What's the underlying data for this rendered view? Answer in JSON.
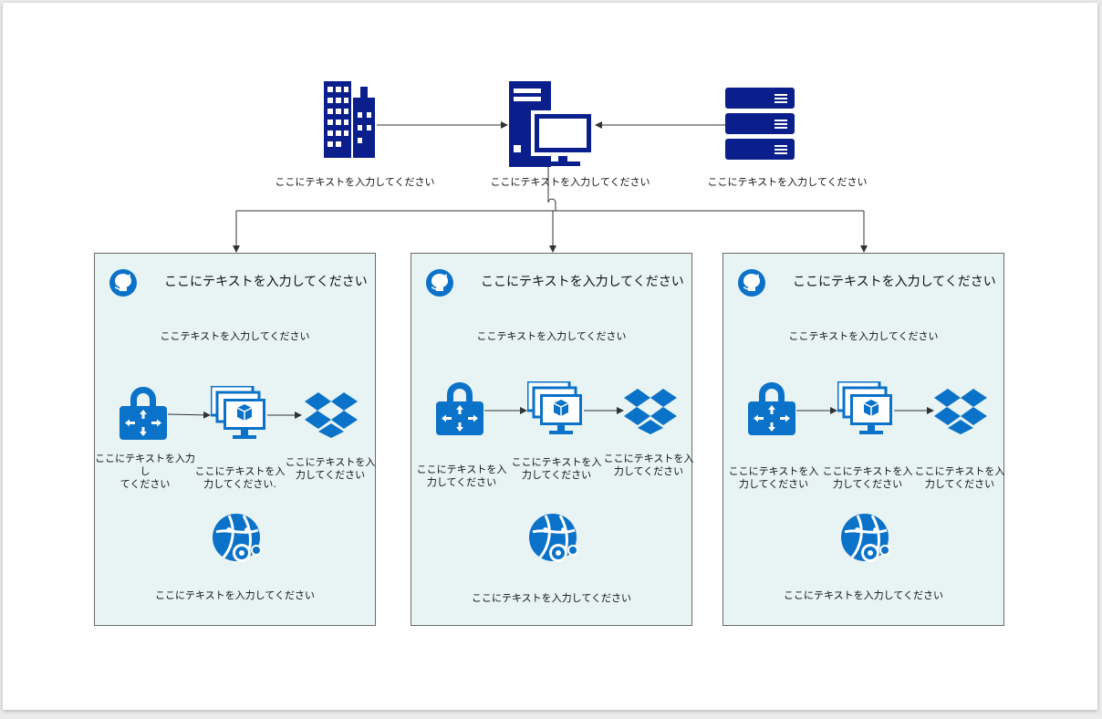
{
  "top_nodes": [
    {
      "id": "building",
      "label": "ここにテキストを入力してください"
    },
    {
      "id": "computer",
      "label": "ここにテキストを入力してください"
    },
    {
      "id": "server",
      "label": "ここにテキストを入力してください"
    }
  ],
  "panels": [
    {
      "title": "ここにテキストを入力してください",
      "subtitle": "ここテキストを入力してください",
      "lock_label": "ここにテキストを入力し\nてください",
      "vm_label": "ここにテキストを入\n力してください.",
      "dropbox_label": "ここにテキストを入\n力してください",
      "bottom_label": "ここにテキストを入力してください"
    },
    {
      "title": "ここにテキストを入力してください",
      "subtitle": "ここテキストを入力してください",
      "lock_label": "ここにテキストを入\n力してください",
      "vm_label": "ここにテキストを入\n力してください",
      "dropbox_label": "ここにテキストを入\n力してください",
      "bottom_label": "ここにテキストを入力してください"
    },
    {
      "title": "ここにテキストを入力してください",
      "subtitle": "ここテキストを入力してください",
      "lock_label": "ここにテキストを入\n力してください",
      "vm_label": "ここにテキストを入\n力してください",
      "dropbox_label": "ここにテキストを入\n力してください",
      "bottom_label": "ここにテキストを入力してください"
    }
  ],
  "colors": {
    "navy": "#0b1f8c",
    "azure": "#0a72c8",
    "panel_bg": "#e8f3f3",
    "panel_border": "#6b6b6b"
  }
}
